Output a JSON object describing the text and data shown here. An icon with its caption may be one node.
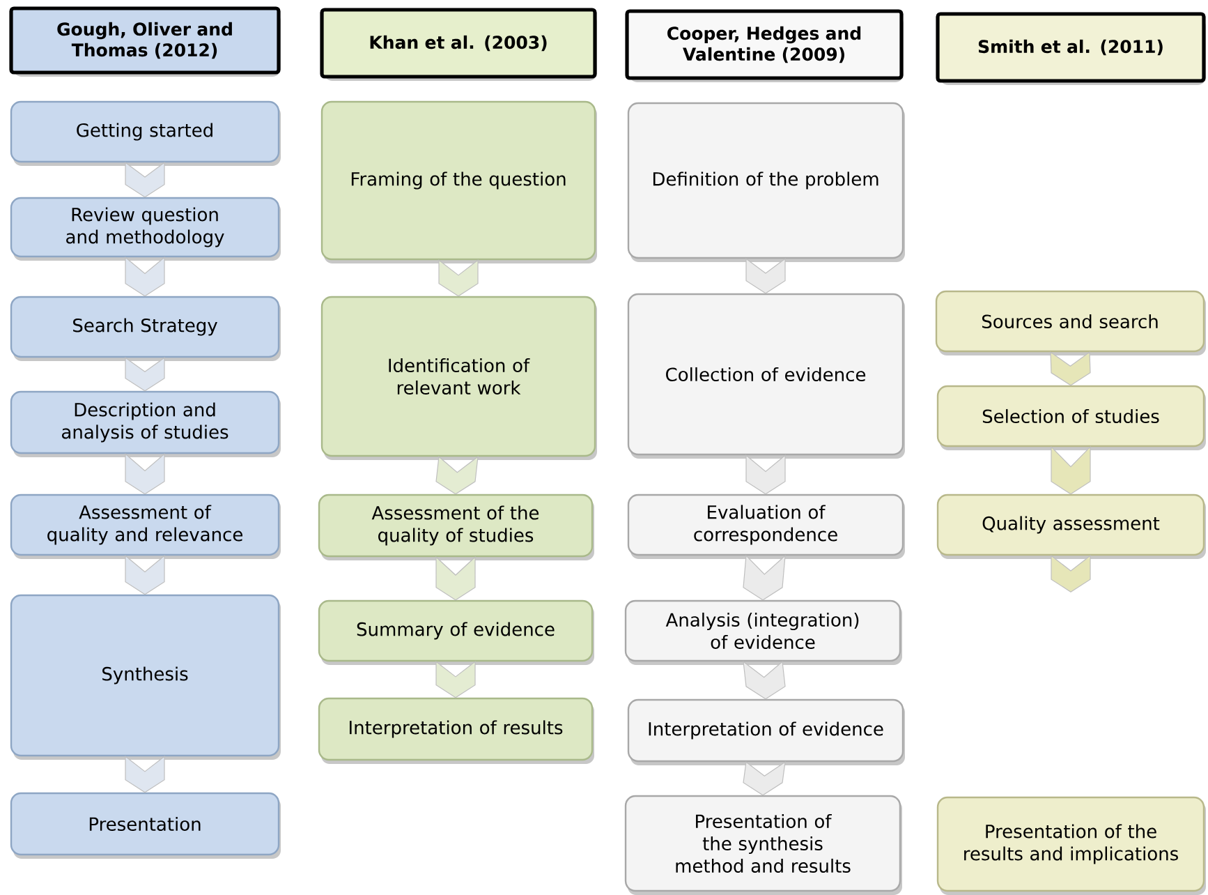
{
  "diagram": {
    "nodes": [
      {
        "text": [
          "Gough, Oliver and Thomas (2012)"
        ]
      },
      {
        "text": [
          "Getting started"
        ]
      },
      {
        "text": [
          "Review question and methodology"
        ]
      },
      {
        "text": [
          "Search Strategy"
        ]
      },
      {
        "text": [
          "Description and analysis of studies"
        ]
      },
      {
        "text": [
          "Assessment of quality and relevance"
        ]
      },
      {
        "text": [
          "Synthesis"
        ]
      },
      {
        "text": [
          "Presentation"
        ]
      },
      {
        "text": [
          "Khan et al. (2003)"
        ]
      },
      {
        "text": [
          "Framing of the question"
        ]
      },
      {
        "text": [
          "Identification of relevant work"
        ]
      },
      {
        "text": [
          "Assessment of the quality of studies"
        ]
      },
      {
        "text": [
          "Summary of evidence"
        ]
      },
      {
        "text": [
          "Interpretation of results"
        ]
      },
      {
        "text": [
          "Cooper, Hedges and Valentine (2009)"
        ]
      },
      {
        "text": [
          "Definition of the problem"
        ]
      },
      {
        "text": [
          "Collection of evidence"
        ]
      },
      {
        "text": [
          "Evaluation of correspondence"
        ]
      },
      {
        "text": [
          "Analysis (integration) of evidence"
        ]
      },
      {
        "text": [
          "Interpretation of evidence"
        ]
      },
      {
        "text": [
          "Presentation of the synthesis method and results"
        ]
      },
      {
        "text": [
          "Smith et al. (2011)"
        ]
      },
      {
        "text": [
          "Sources and search"
        ]
      },
      {
        "text": [
          "Selection of studies"
        ]
      },
      {
        "text": [
          "Quality assessment"
        ]
      },
      {
        "text": [
          "Presentation of the results and implications"
        ]
      }
    ],
    "edges": [
      {
        "from": 1,
        "to": 2,
        "arrow": "to"
      },
      {
        "from": 2,
        "to": 3,
        "arrow": "to"
      },
      {
        "from": 3,
        "to": 4,
        "arrow": "to"
      },
      {
        "from": 4,
        "to": 5,
        "arrow": "to"
      },
      {
        "from": 5,
        "to": 6,
        "arrow": "to"
      },
      {
        "from": 6,
        "to": 7,
        "arrow": "to"
      },
      {
        "from": 9,
        "to": 10,
        "arrow": "to"
      },
      {
        "from": 10,
        "to": 11,
        "arrow": "to"
      },
      {
        "from": 11,
        "to": 12,
        "arrow": "to"
      },
      {
        "from": 12,
        "to": 13,
        "arrow": "to"
      },
      {
        "from": 15,
        "to": 16,
        "arrow": "to"
      },
      {
        "from": 16,
        "to": 17,
        "arrow": "to"
      },
      {
        "from": 17,
        "to": 18,
        "arrow": "to"
      },
      {
        "from": 18,
        "to": 19,
        "arrow": "to"
      },
      {
        "from": 19,
        "to": 20,
        "arrow": "to"
      },
      {
        "from": 22,
        "to": 23,
        "arrow": "to"
      },
      {
        "from": 23,
        "to": 24,
        "arrow": "to"
      },
      {
        "from": 24,
        "to": null,
        "arrow": "to"
      }
    ]
  }
}
